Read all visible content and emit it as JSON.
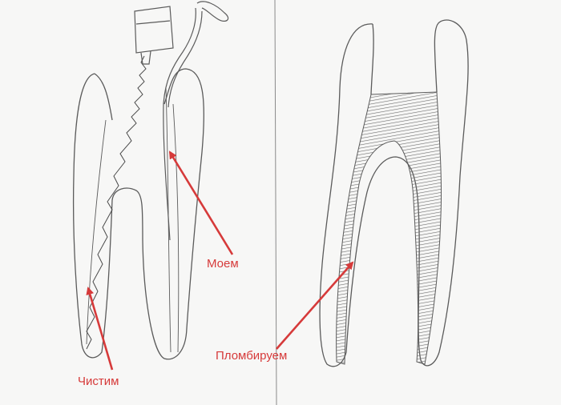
{
  "labels": {
    "clean": "Чистим",
    "wash": "Моем",
    "fill": "Пломбируем"
  },
  "colors": {
    "arrow": "#d63a3a",
    "pencil": "#5b5b5b",
    "paper": "#f7f7f6"
  }
}
